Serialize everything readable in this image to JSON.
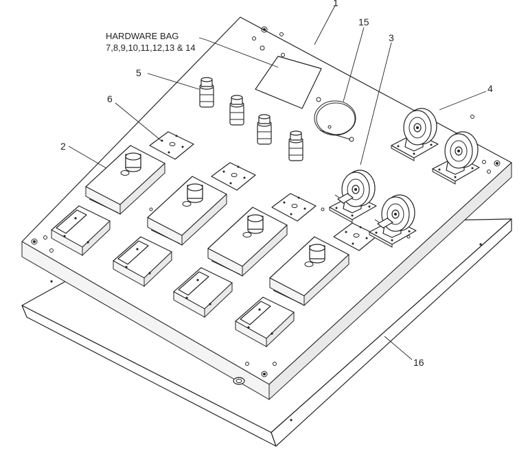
{
  "hardware_bag": {
    "title": "HARDWARE BAG",
    "items": "7,8,9,10,11,12,13 & 14"
  },
  "callouts": {
    "c1": "1",
    "c2": "2",
    "c3": "3",
    "c4": "4",
    "c5": "5",
    "c6": "6",
    "c15": "15",
    "c16": "16"
  }
}
